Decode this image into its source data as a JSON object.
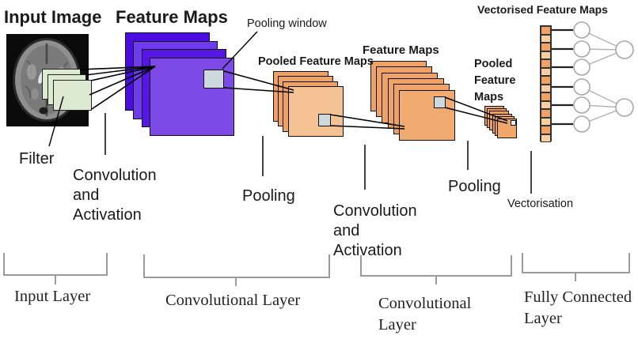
{
  "labels": {
    "input_image_title": "Input Image",
    "feature_maps_1_title": "Feature Maps",
    "pooling_window": "Pooling window",
    "pooled_feature_maps_1_title": "Pooled Feature Maps",
    "feature_maps_2_title": "Feature Maps",
    "pooled_feature_maps_2_title": "Pooled Feature Maps",
    "vectorised_feature_maps_title": "Vectorised Feature Maps",
    "filter": "Filter",
    "convolution_activation_1": "Convolution and Activation",
    "pooling_1": "Pooling",
    "convolution_activation_2": "Convolution and Activation",
    "pooling_2": "Pooling",
    "vectorisation": "Vectorisation"
  },
  "layer_labels": {
    "input_layer": "Input Layer",
    "convolutional_layer_1": "Convolutional Layer",
    "convolutional_layer_2": "Convolutional Layer",
    "fully_connected_layer": "Fully Connected Layer"
  },
  "colors": {
    "feature_maps_1": [
      "#4a0ce0",
      "#6e3cee",
      "#5516e4",
      "#7d4ae8"
    ],
    "pooled_maps_1": [
      "#efa265",
      "#efa265",
      "#efa265",
      "#f5c294"
    ],
    "feature_maps_2": [
      "#efa265",
      "#efa265",
      "#efa265",
      "#efa265",
      "#efa265",
      "#f1ab70"
    ],
    "pooled_maps_2": [
      "#eea05f",
      "#eea05f",
      "#eea05f",
      "#eea05f",
      "#eea05f",
      "#f0a76a"
    ],
    "vector_cell_dark": "#efa263",
    "vector_cell_light": "#f8cfa2",
    "filter_green": "#dcead2",
    "pooling_window_fill": "#cdd9de",
    "small_pooling_window_fill": "#eef4f5",
    "line": "#000000",
    "tick_line": "#222222",
    "bracket": "#9a9a9a",
    "neuron_stroke": "#a8a8a8",
    "neuron_fill": "#ffffff",
    "connector_dark": "#222222",
    "connector_light": "#b0b0b0",
    "text": "#1a1a1a"
  },
  "network": {
    "feature_maps_1_count": 4,
    "pooled_maps_1_count": 4,
    "feature_maps_2_count": 6,
    "pooled_maps_2_count": 6,
    "vector_cells_count": 14,
    "hidden_neurons_count": 6,
    "output_neurons_count": 2
  }
}
